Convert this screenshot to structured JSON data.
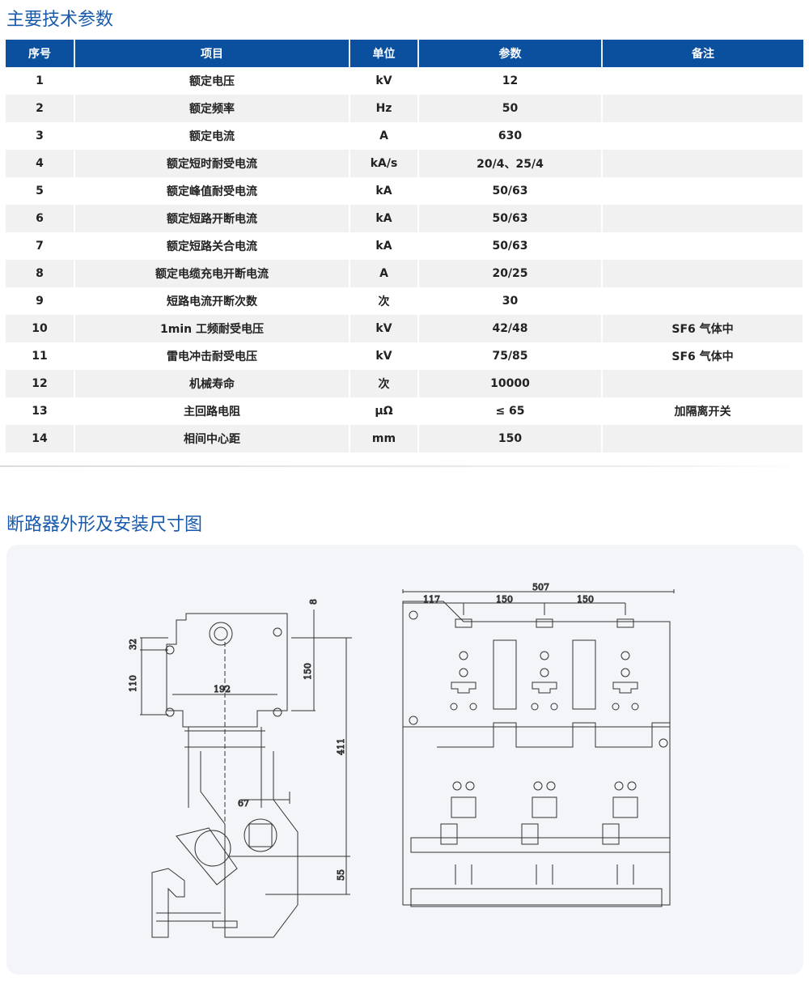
{
  "section1": {
    "title": "主要技术参数"
  },
  "table": {
    "headers": [
      "序号",
      "项目",
      "单位",
      "参数",
      "备注"
    ],
    "rows": [
      [
        "1",
        "额定电压",
        "kV",
        "12",
        ""
      ],
      [
        "2",
        "额定频率",
        "Hz",
        "50",
        ""
      ],
      [
        "3",
        "额定电流",
        "A",
        "630",
        ""
      ],
      [
        "4",
        "额定短时耐受电流",
        "kA/s",
        "20/4、25/4",
        ""
      ],
      [
        "5",
        "额定峰值耐受电流",
        "kA",
        "50/63",
        ""
      ],
      [
        "6",
        "额定短路开断电流",
        "kA",
        "50/63",
        ""
      ],
      [
        "7",
        "额定短路关合电流",
        "kA",
        "50/63",
        ""
      ],
      [
        "8",
        "额定电缆充电开断电流",
        "A",
        "20/25",
        ""
      ],
      [
        "9",
        "短路电流开断次数",
        "次",
        "30",
        ""
      ],
      [
        "10",
        "1min 工频耐受电压",
        "kV",
        "42/48",
        "SF6 气体中"
      ],
      [
        "11",
        "雷电冲击耐受电压",
        "kV",
        "75/85",
        "SF6 气体中"
      ],
      [
        "12",
        "机械寿命",
        "次",
        "10000",
        ""
      ],
      [
        "13",
        "主回路电阻",
        "μΩ",
        "≤ 65",
        "加隔离开关"
      ],
      [
        "14",
        "相间中心距",
        "mm",
        "150",
        ""
      ]
    ]
  },
  "section2": {
    "title": "断路器外形及安装尺寸图"
  },
  "drawing": {
    "side_view": {
      "dims": [
        "8",
        "32",
        "110",
        "150",
        "192",
        "411",
        "67",
        "55"
      ]
    },
    "front_view": {
      "dims": [
        "507",
        "117",
        "150",
        "150"
      ]
    }
  }
}
